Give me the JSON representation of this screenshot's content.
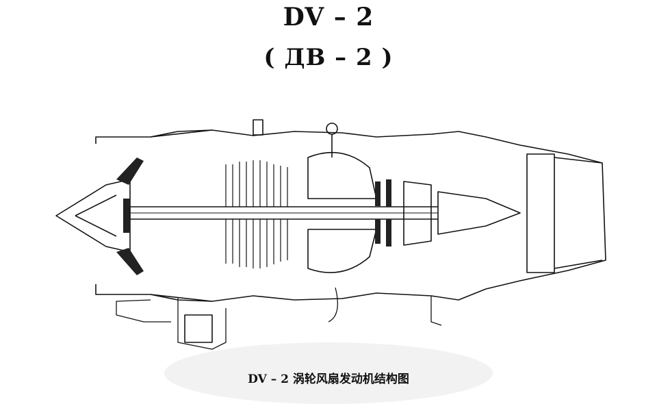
{
  "title": "DV – 2",
  "subtitle": "( ДВ – 2 )",
  "caption": "DV – 2 涡轮风扇发动机结构图"
}
